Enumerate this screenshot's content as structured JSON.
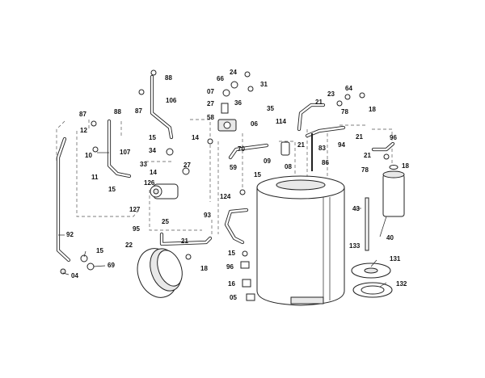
{
  "labels": {
    "l88a": "88",
    "l88b": "88",
    "l87a": "87",
    "l87b": "87",
    "l106": "106",
    "l12": "12",
    "l10": "10",
    "l107": "107",
    "l11": "11",
    "l15a": "15",
    "l15b": "15",
    "l34": "34",
    "l33": "33",
    "l14a": "14",
    "l27a": "27",
    "l126": "126",
    "l127": "127",
    "l25": "25",
    "l14b": "14",
    "l24": "24",
    "l31": "31",
    "l66": "66",
    "l07": "07",
    "l36": "36",
    "l27b": "27",
    "l35": "35",
    "l58": "58",
    "l06": "06",
    "l70": "70",
    "l59": "59",
    "l09": "09",
    "l08": "08",
    "l15c": "15",
    "l124": "124",
    "l93": "93",
    "l95": "95",
    "l21a": "21",
    "l18a": "18",
    "l22": "22",
    "l92": "92",
    "l15d": "15",
    "l69": "69",
    "l04": "04",
    "l15e": "15",
    "l96a": "96",
    "l16": "16",
    "l05": "05",
    "l114": "114",
    "l21b": "21",
    "l23": "23",
    "l64": "64",
    "l78a": "78",
    "l18b": "18",
    "l21c": "21",
    "l94": "94",
    "l21d": "21",
    "l83": "83",
    "l86": "86",
    "l96b": "96",
    "l21e": "21",
    "l78b": "78",
    "l18c": "18",
    "l43": "43",
    "l40": "40",
    "l133": "133",
    "l131": "131",
    "l132": "132"
  }
}
